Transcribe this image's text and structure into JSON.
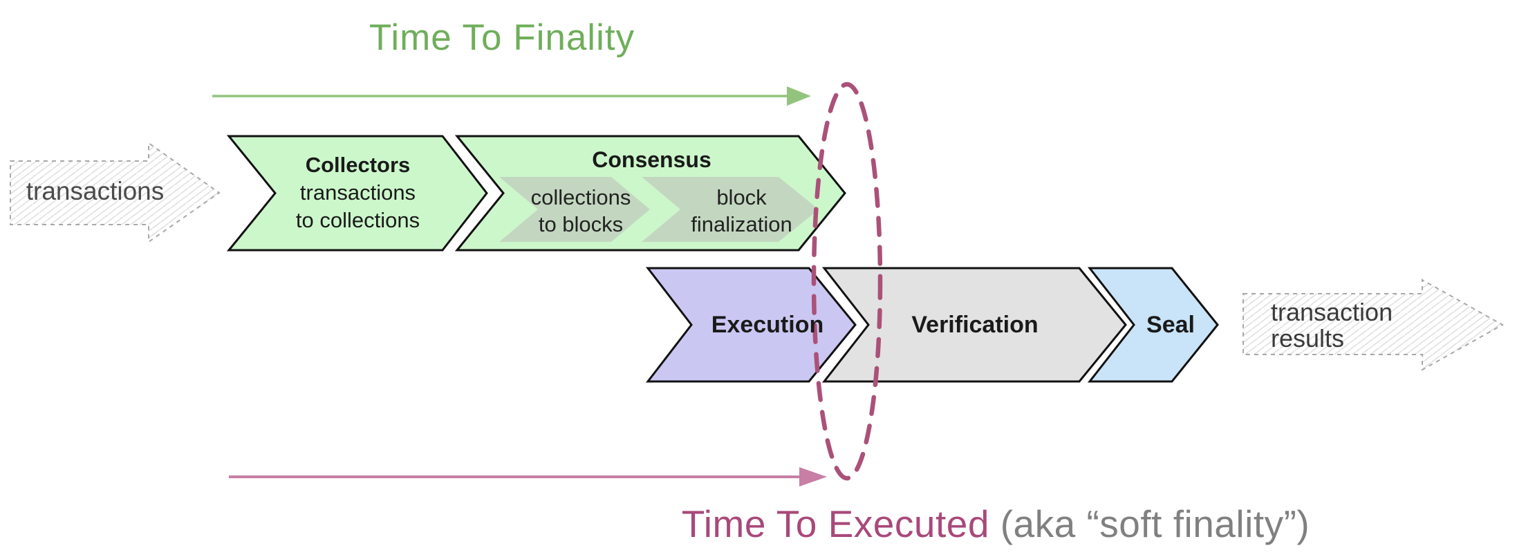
{
  "diagram": {
    "top_timeline": {
      "label": "Time To Finality"
    },
    "bottom_timeline": {
      "label": "Time To Executed",
      "suffix": "(aka “soft finality”)"
    },
    "input": {
      "label": "transactions"
    },
    "output": {
      "line1": "transaction",
      "line2": "results"
    },
    "stages": {
      "collectors": {
        "title": "Collectors",
        "line1": "transactions",
        "line2": "to collections"
      },
      "consensus": {
        "title": "Consensus",
        "sub_stages": {
          "collections_to_blocks": {
            "line1": "collections",
            "line2": "to blocks"
          },
          "block_finalization": {
            "line1": "block",
            "line2": "finalization"
          }
        }
      },
      "execution": {
        "label": "Execution"
      },
      "verification": {
        "label": "Verification"
      },
      "seal": {
        "label": "Seal"
      }
    }
  },
  "colors": {
    "chevron_border": "#111111",
    "green_fill": "#ccf7cb",
    "sub_chevron_fill": "#c3d7c0",
    "execution_fill": "#cbc7f3",
    "verification_fill": "#e2e2e2",
    "seal_fill": "#c9e3f8",
    "finality_green_text": "#6fae5a",
    "finality_arrow_green": "#93c47d",
    "executed_magenta_text": "#a8497a",
    "executed_arrow_pink": "#c77fa5",
    "ellipse_stroke": "#ab5179",
    "suffix_gray": "#808080",
    "sketch_outline_gray": "#a8a8a8",
    "sketch_text_gray": "#4a4a4a"
  }
}
